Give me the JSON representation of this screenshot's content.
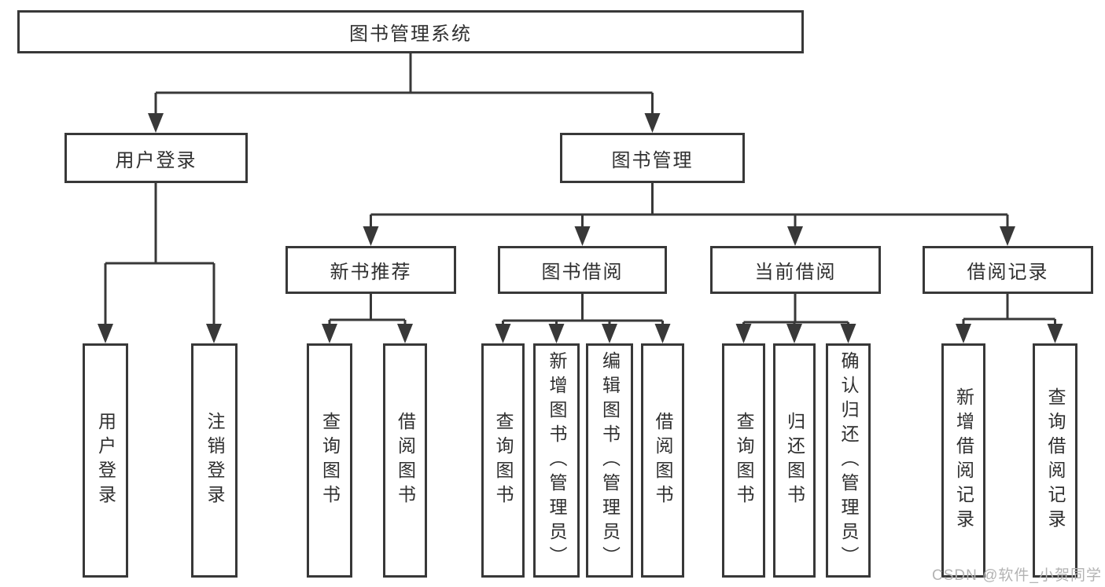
{
  "diagram": {
    "root": {
      "label": "图书管理系统"
    },
    "level2": [
      {
        "label": "用户登录",
        "children": [
          {
            "label": "用户登录"
          },
          {
            "label": "注销登录"
          }
        ]
      },
      {
        "label": "图书管理",
        "children": [
          {
            "label": "新书推荐",
            "children": [
              {
                "label": "查询图书"
              },
              {
                "label": "借阅图书"
              }
            ]
          },
          {
            "label": "图书借阅",
            "children": [
              {
                "label": "查询图书"
              },
              {
                "label": "新增图书（管理员）"
              },
              {
                "label": "编辑图书（管理员）"
              },
              {
                "label": "借阅图书"
              }
            ]
          },
          {
            "label": "当前借阅",
            "children": [
              {
                "label": "查询图书"
              },
              {
                "label": "归还图书"
              },
              {
                "label": "确认归还（管理员）"
              }
            ]
          },
          {
            "label": "借阅记录",
            "children": [
              {
                "label": "新增借阅记录"
              },
              {
                "label": "查询借阅记录"
              }
            ]
          }
        ]
      }
    ]
  },
  "watermark": {
    "text": "CSDN @软件_小贺同学"
  },
  "colors": {
    "line": "#383838",
    "text": "#2f2f2f",
    "background": "#ffffff",
    "watermark": "#b3b3b3"
  }
}
